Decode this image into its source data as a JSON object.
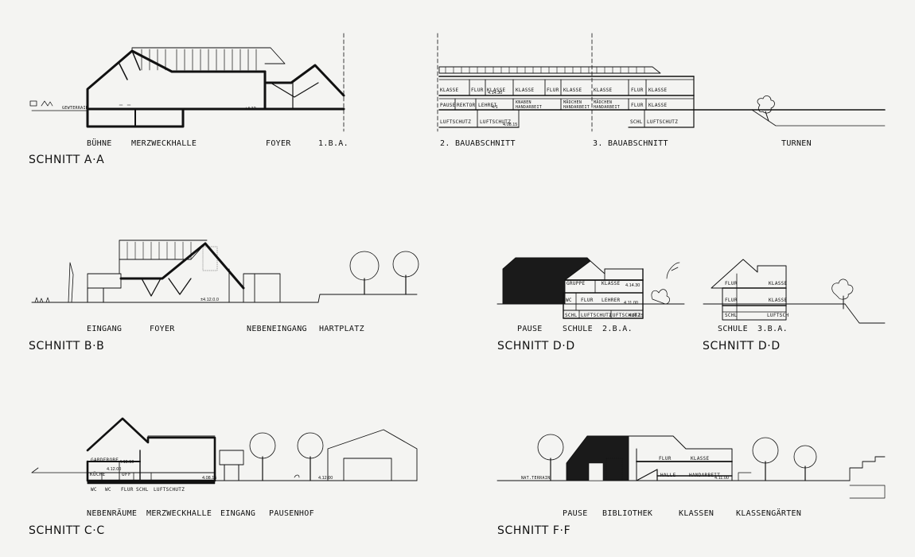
{
  "sections": [
    {
      "title": "SCHNITT A·A",
      "labels": [
        "BÜHNE",
        "MERZWECKHALLE",
        "FOYER",
        "1.B.A.",
        "2. BAUABSCHNITT",
        "3. BAUABSCHNITT",
        "TURNEN"
      ]
    },
    {
      "title": "SCHNITT B·B",
      "labels": [
        "EINGANG",
        "FOYER",
        "NEBENEINGANG",
        "HARTPLATZ"
      ]
    },
    {
      "title": "SCHNITT D·D",
      "labels": [
        "PAUSE",
        "SCHULE",
        "2.B.A."
      ]
    },
    {
      "title": "SCHNITT D·D",
      "labels": [
        "SCHULE",
        "3.B.A."
      ]
    },
    {
      "title": "SCHNITT C·C",
      "labels": [
        "NEBENRÄUME",
        "MERZWECKHALLE",
        "EINGANG",
        "PAUSENHOF"
      ]
    },
    {
      "title": "SCHNITT F·F",
      "labels": [
        "PAUSE",
        "BIBLIOTHEK",
        "KLASSEN",
        "KLASSENGÄRTEN"
      ]
    }
  ],
  "room_labels": {
    "a_upper": [
      "KLASSE",
      "FLUR",
      "KLASSE",
      "KLASSE",
      "FLUR",
      "KLASSE",
      "KLASSE",
      "FLUR",
      "KLASSE"
    ],
    "a_lower": [
      "PAUSE",
      "REKTOR",
      "LEHREI",
      "KNABEN HANDARBEIT",
      "MÄDCHEN HANDARBEIT",
      "MÄDCHEN HANDARBEIT",
      "FLUR",
      "KLASSE"
    ],
    "a_base": [
      "LUFTSCHUTZ",
      "LUFTSCHUTZ",
      "SCHL",
      "LUFTSCHUTZ"
    ],
    "d1": [
      "GRUPPE",
      "KLASSE",
      "WC",
      "FLUR",
      "LEHRER",
      "SCHL",
      "LUFTSCHUTZ",
      "LUFTSCHUTZ"
    ],
    "d2": [
      "FLUR",
      "KLASSE",
      "FLUR",
      "KLASSE",
      "SCHL",
      "LUFTSCH"
    ],
    "c": [
      "GARDEROBE",
      "KÜCHE",
      "OFF",
      "WC",
      "WC",
      "FLUR",
      "SCHL",
      "LUFTSCHUTZ"
    ],
    "f": [
      "FLUR",
      "KLASSE",
      "HALLE",
      "HANDARBEIT"
    ],
    "ground": [
      "GEWTERRAIN",
      "NAT.TERRAIN"
    ]
  }
}
